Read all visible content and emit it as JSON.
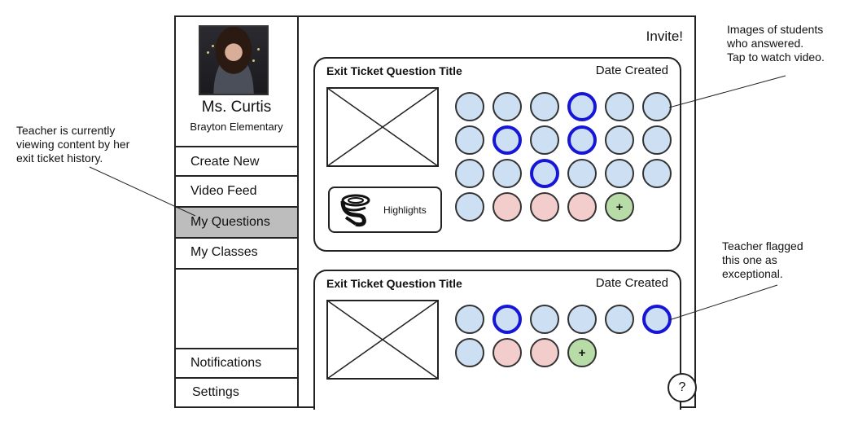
{
  "annotations": {
    "left_note": "Teacher is currently\nviewing content by her\nexit ticket history.",
    "top_right_note": "Images of students\nwho answered.\nTap to watch video.",
    "mid_right_note": "Teacher flagged\nthis one as\nexceptional."
  },
  "sidebar": {
    "name": "Ms. Curtis",
    "school": "Brayton Elementary",
    "items": [
      {
        "label": "Create New",
        "active": false
      },
      {
        "label": "Video Feed",
        "active": false
      },
      {
        "label": "My Questions",
        "active": true
      },
      {
        "label": "My Classes",
        "active": false
      }
    ],
    "bottom_items": [
      {
        "label": "Notifications"
      },
      {
        "label": "Settings"
      }
    ]
  },
  "main": {
    "invite_label": "Invite!",
    "help_label": "?",
    "cards": [
      {
        "title": "Exit Ticket Question Title",
        "date": "Date Created",
        "highlights_label": "Highlights",
        "rows": [
          [
            "answered",
            "answered",
            "answered",
            "flagged",
            "answered",
            "answered"
          ],
          [
            "answered",
            "flagged",
            "answered",
            "flagged",
            "answered",
            "answered"
          ],
          [
            "answered",
            "answered",
            "flagged",
            "answered",
            "answered",
            "answered"
          ],
          [
            "answered",
            "pending",
            "pending",
            "pending",
            "add"
          ]
        ]
      },
      {
        "title": "Exit Ticket Question Title",
        "date": "Date Created",
        "rows": [
          [
            "answered",
            "flagged",
            "answered",
            "answered",
            "answered",
            "flagged"
          ],
          [
            "answered",
            "pending",
            "pending",
            "add"
          ]
        ]
      }
    ],
    "add_symbol": "+",
    "colors": {
      "answered": "#cddff3",
      "pending": "#f3cccc",
      "add": "#b8dca8",
      "flag_ring": "#1616d8",
      "active_nav": "#bdbdbd"
    }
  }
}
